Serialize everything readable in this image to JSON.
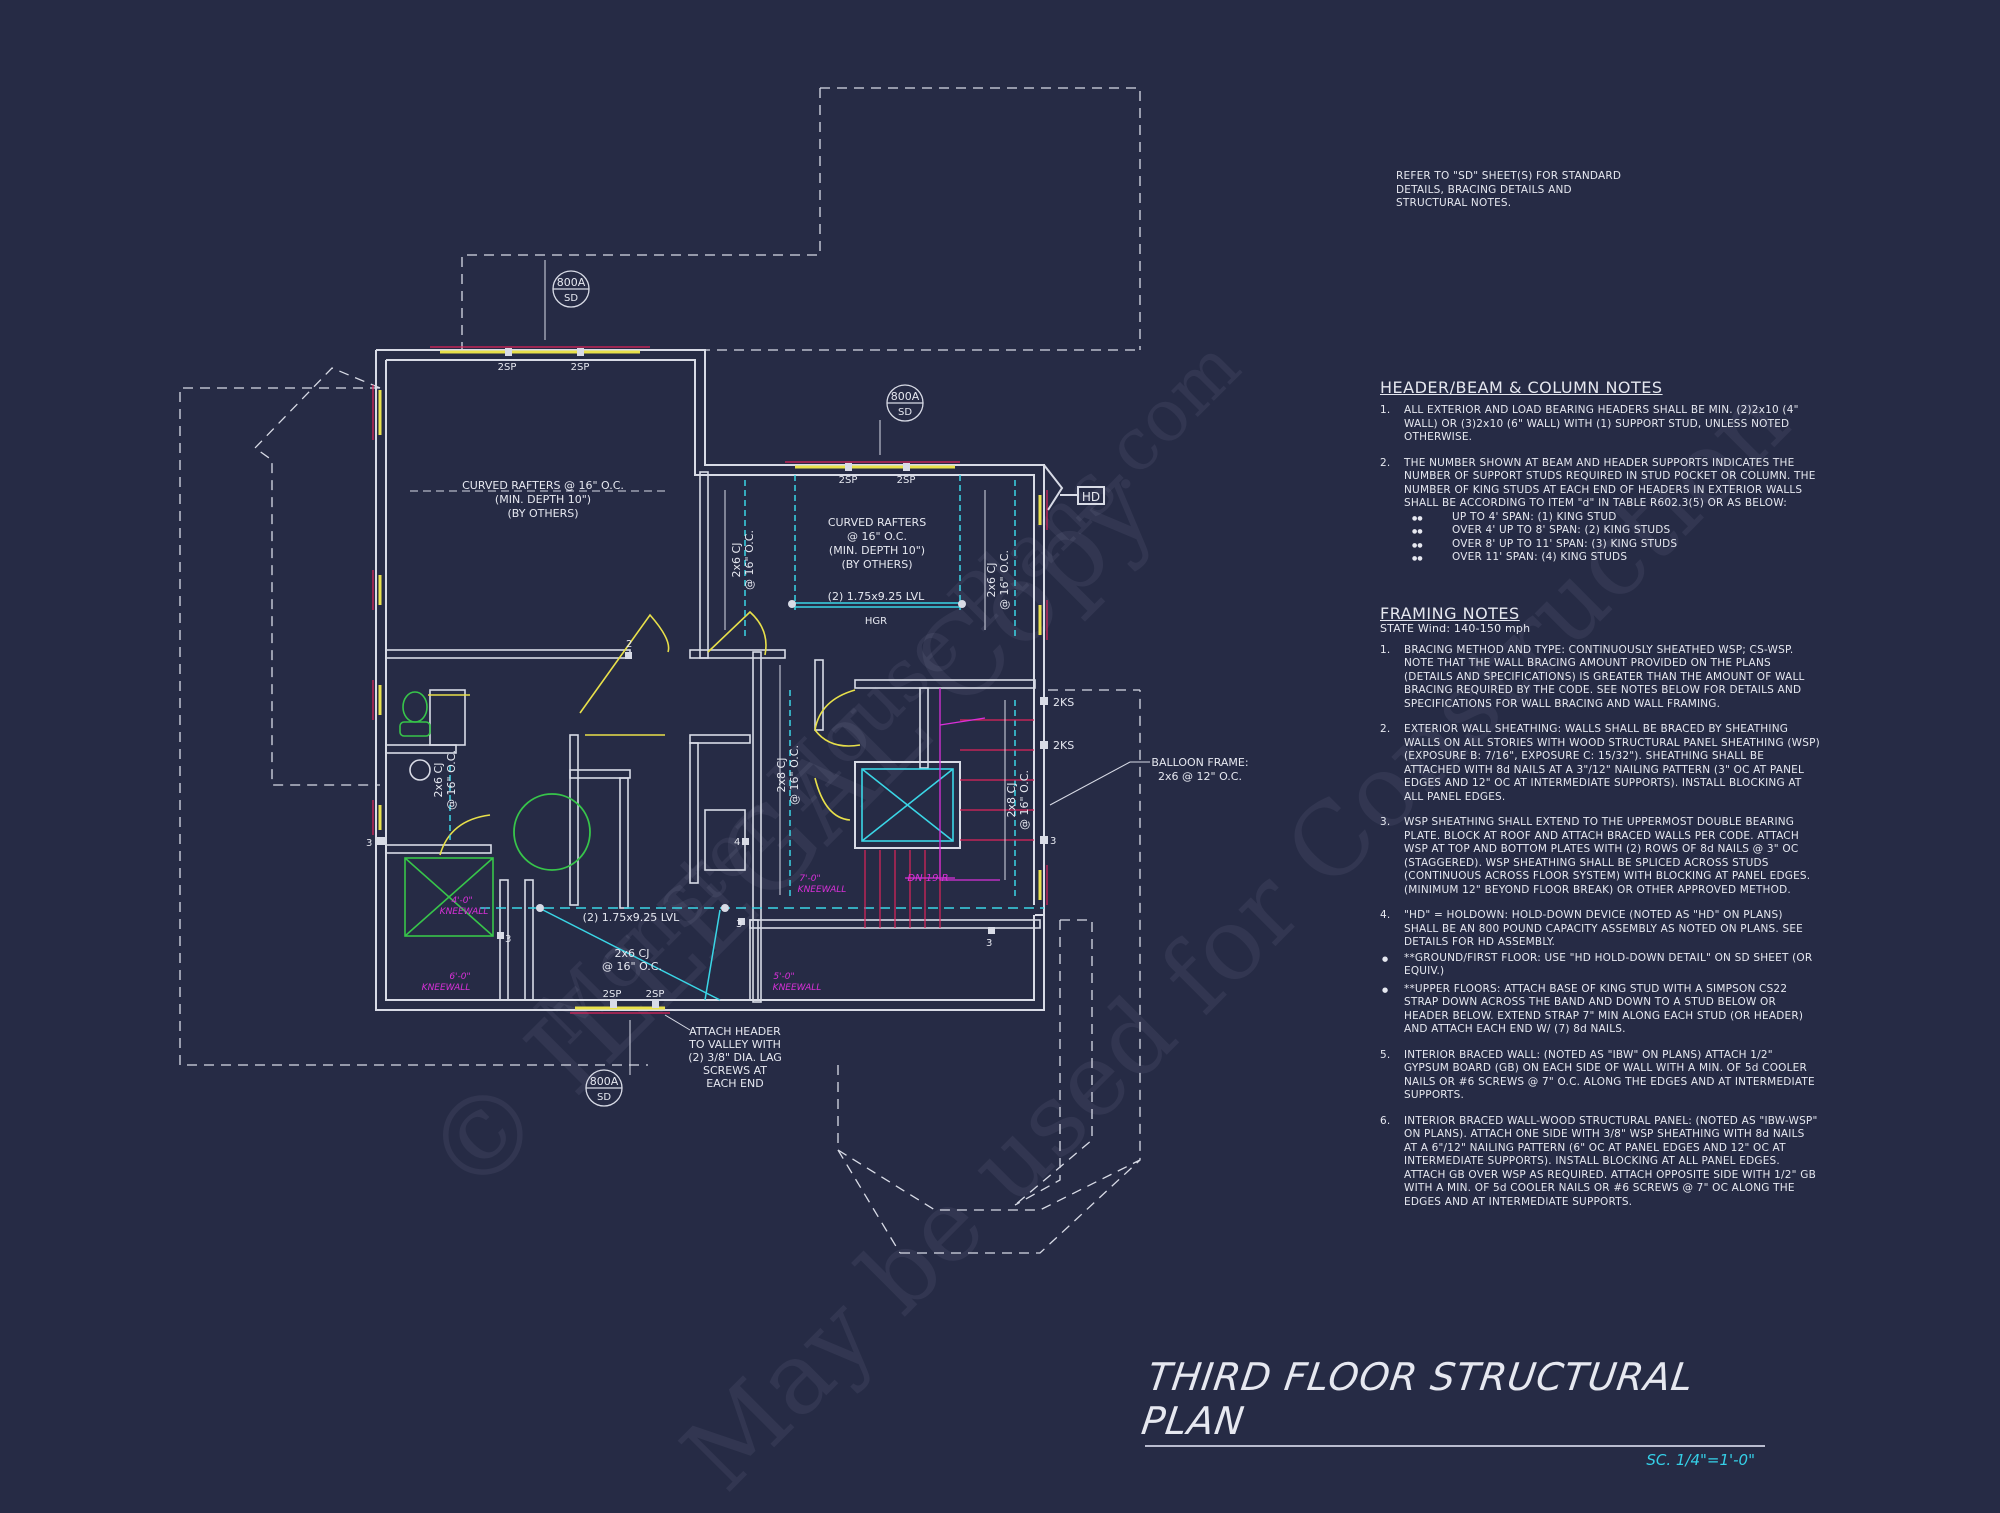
{
  "drawing": {
    "title": "THIRD FLOOR STRUCTURAL PLAN",
    "scale": "SC. 1/4\"=1'-0\""
  },
  "watermark": {
    "line1": "© ILLEGAL Copy",
    "line2": "Monster House Plans.com",
    "line3": "May be used for Construction"
  },
  "plan_labels": {
    "detail_tag": "800A",
    "detail_sheet": "SD",
    "post_2sp": "2SP",
    "post_2ks": "2KS",
    "hd": "HD",
    "rafters1_line1": "CURVED RAFTERS @ 16\" O.C.",
    "rafters1_line2": "(MIN. DEPTH 10\")",
    "rafters1_line3": "(BY OTHERS)",
    "rafters2_line1": "CURVED RAFTERS",
    "rafters2_line2": "@ 16\" O.C.",
    "rafters2_line3": "(MIN. DEPTH 10\")",
    "rafters2_line4": "(BY OTHERS)",
    "lvl": "(2) 1.75x9.25 LVL",
    "hgr": "HGR",
    "cj_2x6": "2x6 CJ",
    "cj_2x8": "2x8 CJ",
    "cj_spacing": "@ 16\" O.C.",
    "balloon1": "BALLOON FRAME:",
    "balloon2": "2x6 @ 12\" O.C.",
    "attach1": "ATTACH HEADER",
    "attach2": "TO VALLEY WITH",
    "attach3": "(2) 3/8\" DIA. LAG",
    "attach4": "SCREWS AT",
    "attach5": "EACH END",
    "kneewall_a": "4'-0\"",
    "kneewall_b": "6'-0\"",
    "kneewall_c": "7'-0\"",
    "kneewall_d": "5'-0\"",
    "kneewall_label": "KNEEWALL",
    "dn": "DN 19 R",
    "num2": "2",
    "num3": "3",
    "num4": "4"
  },
  "notes": {
    "reference": "REFER TO \"SD\" SHEET(S) FOR STANDARD DETAILS, BRACING DETAILS AND STRUCTURAL NOTES.",
    "header_title": "HEADER/BEAM & COLUMN NOTES",
    "header_items": [
      {
        "n": "1.",
        "text": "ALL EXTERIOR AND LOAD BEARING HEADERS SHALL BE MIN. (2)2x10 (4\" WALL) OR (3)2x10 (6\" WALL) WITH (1) SUPPORT STUD, UNLESS NOTED OTHERWISE."
      },
      {
        "n": "2.",
        "text": "THE NUMBER SHOWN AT BEAM AND HEADER SUPPORTS INDICATES THE NUMBER OF SUPPORT STUDS REQUIRED IN STUD POCKET OR COLUMN. THE NUMBER OF KING STUDS AT EACH END OF HEADERS IN EXTERIOR WALLS SHALL BE ACCORDING TO ITEM \"d\" IN TABLE R602.3(5) OR AS BELOW:"
      }
    ],
    "king_studs": [
      "UP TO 4' SPAN: (1) KING STUD",
      "OVER 4' UP TO 8' SPAN: (2) KING STUDS",
      "OVER 8' UP TO 11' SPAN: (3) KING STUDS",
      "OVER 11' SPAN: (4) KING STUDS"
    ],
    "framing_title": "FRAMING NOTES",
    "framing_sub": "STATE Wind: 140-150 mph",
    "framing_items": [
      {
        "n": "1.",
        "text": "BRACING METHOD AND TYPE: CONTINUOUSLY SHEATHED WSP; CS-WSP. NOTE THAT THE WALL BRACING AMOUNT PROVIDED ON THE PLANS (DETAILS AND SPECIFICATIONS) IS GREATER THAN THE AMOUNT OF WALL BRACING REQUIRED BY THE CODE. SEE NOTES BELOW FOR DETAILS AND SPECIFICATIONS FOR WALL BRACING AND WALL FRAMING."
      },
      {
        "n": "2.",
        "text": "EXTERIOR WALL SHEATHING: WALLS SHALL BE BRACED BY SHEATHING WALLS ON ALL STORIES WITH WOOD STRUCTURAL PANEL SHEATHING (WSP) (EXPOSURE B: 7/16\", EXPOSURE C: 15/32\"). SHEATHING SHALL BE ATTACHED WITH 8d NAILS AT A 3\"/12\" NAILING PATTERN (3\" OC AT PANEL EDGES AND 12\" OC AT INTERMEDIATE SUPPORTS). INSTALL BLOCKING AT ALL PANEL EDGES."
      },
      {
        "n": "3.",
        "text": "WSP SHEATHING SHALL EXTEND TO THE UPPERMOST DOUBLE BEARING PLATE. BLOCK AT ROOF AND ATTACH BRACED WALLS PER CODE. ATTACH WSP AT TOP AND BOTTOM PLATES WITH (2) ROWS OF 8d NAILS @ 3\" OC (STAGGERED). WSP SHEATHING SHALL BE SPLICED ACROSS STUDS (CONTINUOUS ACROSS FLOOR SYSTEM) WITH BLOCKING AT PANEL EDGES. (MINIMUM 12\" BEYOND FLOOR BREAK) OR OTHER APPROVED METHOD."
      },
      {
        "n": "4.",
        "text": "\"HD\" = HOLDOWN: HOLD-DOWN DEVICE (NOTED AS \"HD\" ON PLANS) SHALL BE AN 800 POUND CAPACITY ASSEMBLY AS NOTED ON PLANS. SEE DETAILS FOR HD ASSEMBLY."
      }
    ],
    "holdown_bullets": [
      "**GROUND/FIRST FLOOR: USE \"HD HOLD-DOWN DETAIL\" ON SD SHEET (OR EQUIV.)",
      "**UPPER FLOORS: ATTACH BASE OF KING STUD WITH A SIMPSON CS22 STRAP DOWN ACROSS THE BAND AND DOWN TO A STUD BELOW OR HEADER BELOW. EXTEND STRAP 7\" MIN ALONG EACH STUD (OR HEADER) AND ATTACH EACH END W/ (7) 8d NAILS."
    ],
    "framing_items2": [
      {
        "n": "5.",
        "text": "INTERIOR BRACED WALL: (NOTED AS \"IBW\" ON PLANS) ATTACH 1/2\" GYPSUM BOARD (GB) ON EACH SIDE OF WALL WITH A MIN. OF 5d COOLER NAILS OR #6 SCREWS @ 7\" O.C. ALONG THE EDGES AND AT INTERMEDIATE SUPPORTS."
      },
      {
        "n": "6.",
        "text": "INTERIOR BRACED WALL-WOOD STRUCTURAL PANEL: (NOTED AS \"IBW-WSP\" ON PLANS). ATTACH ONE SIDE WITH 3/8\" WSP SHEATHING WITH 8d NAILS AT A 6\"/12\" NAILING PATTERN (6\" OC AT PANEL EDGES AND 12\" OC AT INTERMEDIATE SUPPORTS). INSTALL BLOCKING AT ALL PANEL EDGES. ATTACH GB OVER WSP AS REQUIRED. ATTACH OPPOSITE SIDE WITH 1/2\" GB WITH A MIN. OF 5d COOLER NAILS OR #6 SCREWS @ 7\" OC ALONG THE EDGES AND AT INTERMEDIATE SUPPORTS."
      }
    ]
  }
}
